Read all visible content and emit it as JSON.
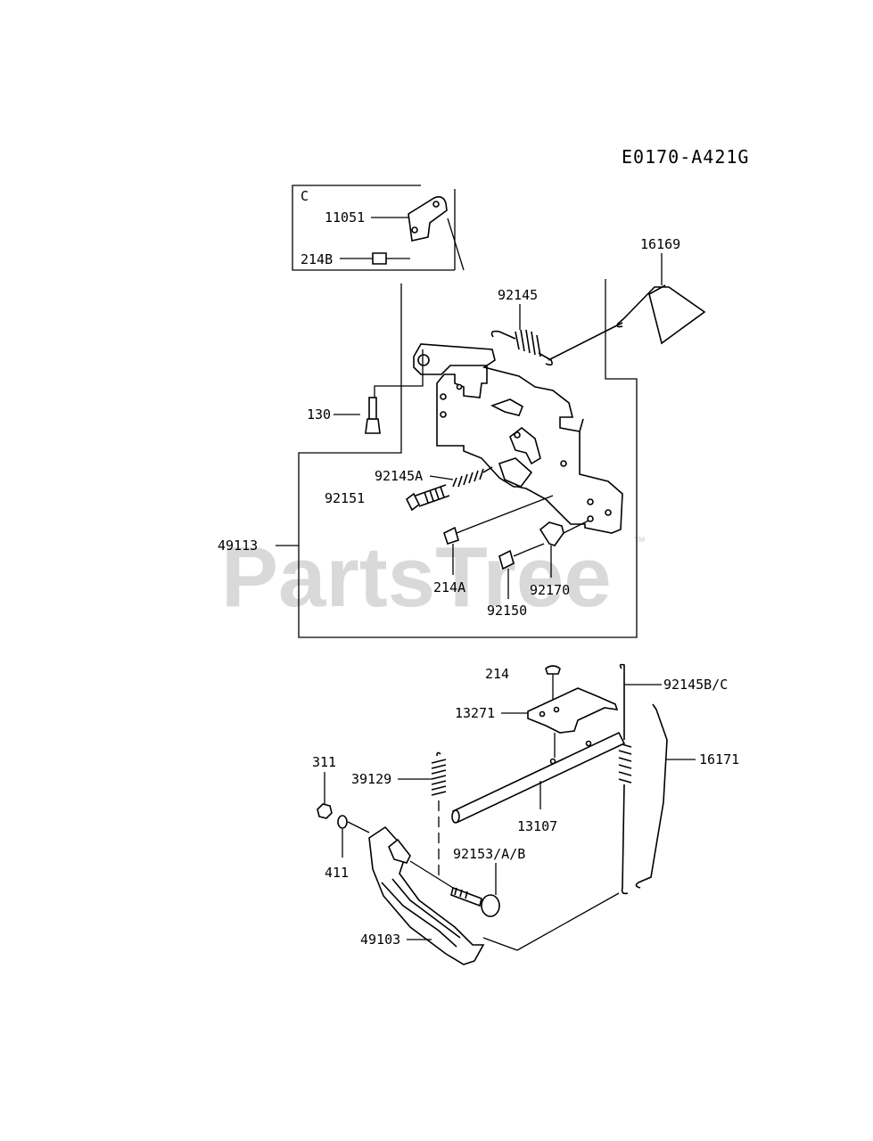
{
  "diagram_code": "E0170-A421G",
  "watermark": "PartsTree",
  "watermark_tm": "™",
  "inset_box_label": "C",
  "part_labels": {
    "p11051": "11051",
    "p214B": "214B",
    "p16169": "16169",
    "p92145": "92145",
    "p130": "130",
    "p92145A": "92145A",
    "p92151": "92151",
    "p49113": "49113",
    "p214A": "214A",
    "p92170": "92170",
    "p92150": "92150",
    "p214": "214",
    "p92145BC": "92145B/C",
    "p13271": "13271",
    "p16171": "16171",
    "p311": "311",
    "p39129": "39129",
    "p13107": "13107",
    "p411": "411",
    "p92153AB": "92153/A/B",
    "p49103": "49103"
  }
}
